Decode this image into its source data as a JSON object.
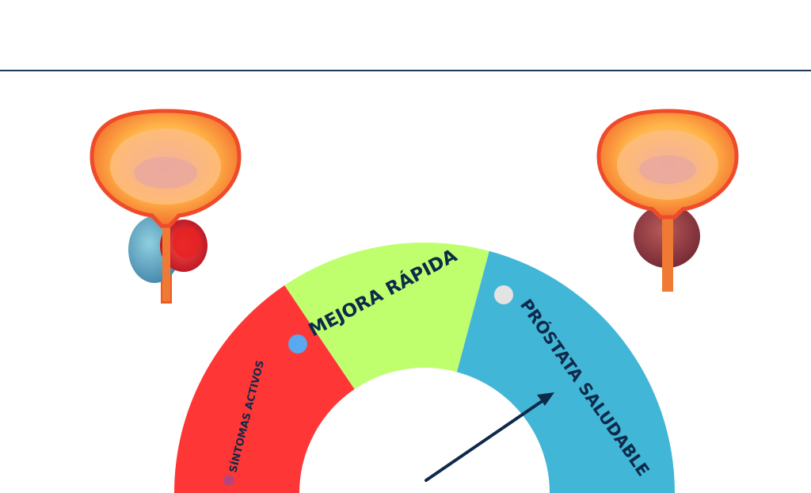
{
  "gauge": {
    "zones": [
      {
        "label": "SÍNTOMAS ACTIVOS",
        "color": "#ff3636",
        "dot_color": "#b8457a"
      },
      {
        "label": "MEJORA RÁPIDA",
        "color": "#bfff6e",
        "dot_color": "#59a8f0"
      },
      {
        "label": "PRÓSTATA SALUDABLE",
        "color": "#42b6d6",
        "dot_color": "#e3e3e3"
      }
    ],
    "needle_color": "#0e2a4a"
  },
  "illustrations": {
    "left": "enlarged-prostate-with-tumor",
    "right": "healthy-prostate"
  }
}
